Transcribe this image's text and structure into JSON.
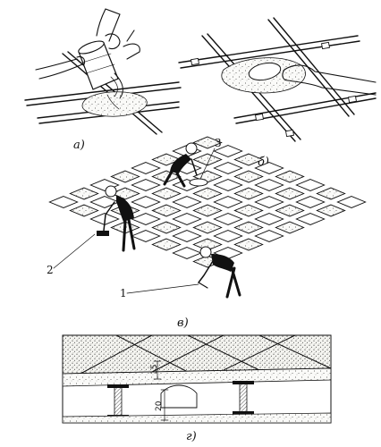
{
  "panels": {
    "a": {
      "caption": "а)"
    },
    "b": {
      "caption": "б)"
    },
    "v": {
      "caption": "в)",
      "callouts": [
        "1",
        "2",
        "3"
      ]
    },
    "g": {
      "caption": "г)",
      "dimensions": [
        "15",
        "20"
      ]
    }
  },
  "colors": {
    "ink": "#111111",
    "paper": "#ffffff",
    "slab": "#f7f7f5"
  }
}
